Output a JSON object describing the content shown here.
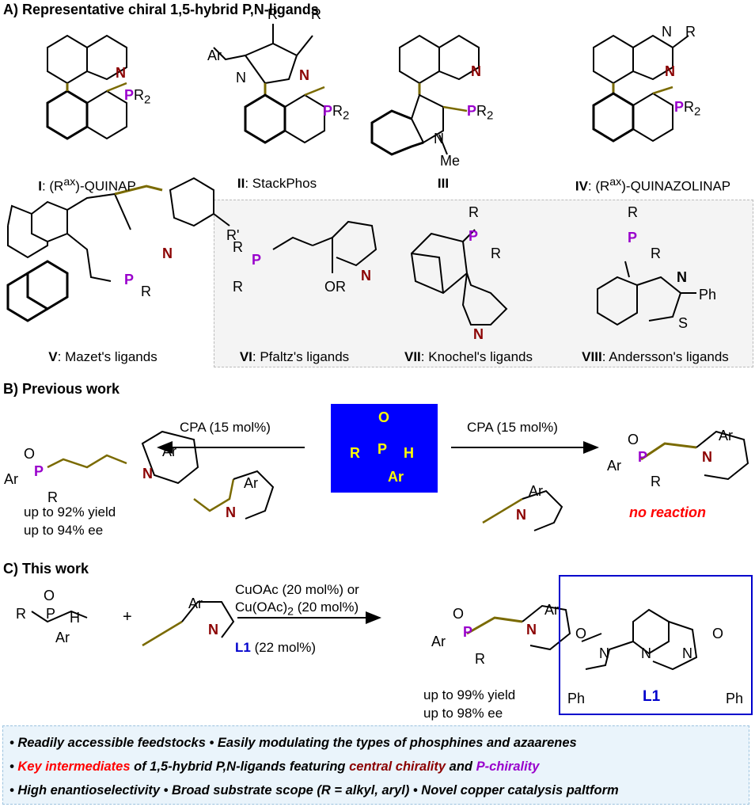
{
  "section_a": {
    "title": "A) Representative chiral 1,5-hybrid P,N-ligands",
    "ligands": [
      {
        "num": "I",
        "name": ": (R",
        "sup": "ax",
        "tail": ")-QUINAP"
      },
      {
        "num": "II",
        "name": ": StackPhos"
      },
      {
        "num": "III",
        "name": ""
      },
      {
        "num": "IV",
        "name": ": (R",
        "sup": "ax",
        "tail": ")-QUINAZOLINAP"
      },
      {
        "num": "V",
        "name": ": Mazet's ligands"
      },
      {
        "num": "VI",
        "name": ": Pfaltz's ligands"
      },
      {
        "num": "VII",
        "name": ": Knochel's ligands"
      },
      {
        "num": "VIII",
        "name": ": Andersson's ligands"
      }
    ]
  },
  "section_b": {
    "title": "B) Previous work",
    "left_cond": "CPA (15 mol%)",
    "right_cond": "CPA (15 mol%)",
    "yield": "up to 92% yield",
    "ee": "up to 94% ee",
    "no_reaction": "no reaction"
  },
  "section_c": {
    "title": "C) This work",
    "plus": "+",
    "cond1": "CuOAc (20 mol%) or",
    "cond2a": "Cu(OAc)",
    "cond2sub": "2",
    "cond2b": " (20 mol%)",
    "cond3a": "L1",
    "cond3b": " (22 mol%)",
    "yield": "up to 99% yield",
    "ee": "up to 98% ee",
    "l1": "L1"
  },
  "features": {
    "line1": "• Readily accessible feedstocks  • Easily modulating the types of phosphines and azaarenes",
    "line2a": "• ",
    "line2b": "Key intermediates",
    "line2c": " of 1,5-hybrid P,N-ligands featuring ",
    "line2d": "central chirality",
    "line2e": " and ",
    "line2f": "P-chirality",
    "line3": "• High enantioselectivity • Broad substrate scope (R = alkyl, aryl) • Novel copper catalysis paltform"
  },
  "atoms": {
    "N": "N",
    "P": "P",
    "O": "O",
    "H": "H",
    "R": "R",
    "Ar": "Ar",
    "Me": "Me",
    "Ph": "Ph",
    "S": "S",
    "OR": "OR",
    "Rp": "R'",
    "PR": "PR",
    "two": "2"
  },
  "colors": {
    "N": "#8b0000",
    "P": "#9900cc",
    "bond": "#7a6a00",
    "red": "#ff0000",
    "blue": "#0000cc",
    "yellow": "#ffff00",
    "box_blue": "#0000ff"
  }
}
